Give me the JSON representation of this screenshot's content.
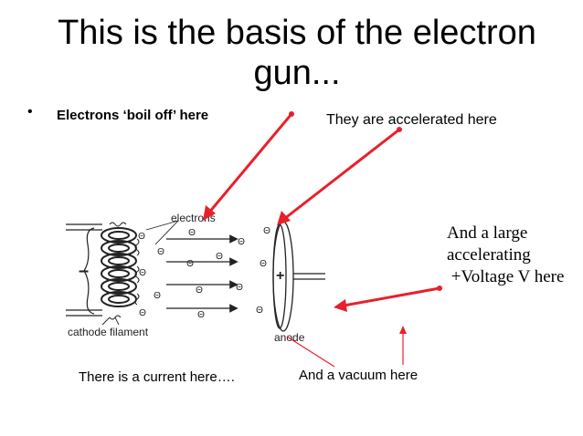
{
  "slide": {
    "title": "This is the basis of the electron gun...",
    "bullet_marker": "•",
    "bullet_text": "Electrons ‘boil off’ here",
    "accelerated_note": "They are accelerated here",
    "voltage_note": "And a large\naccelerating\n +Voltage V here",
    "current_note": "There is a current here….",
    "vacuum_note": "And a vacuum here"
  },
  "diagram": {
    "electrons_label": "electrons",
    "cathode_label": "cathode filament",
    "anode_label": "anode",
    "minus_sign": "–",
    "plus_sign": "+",
    "electron_symbol": "Θ"
  },
  "colors": {
    "arrow": "#e8202a",
    "ink": "#222222"
  }
}
